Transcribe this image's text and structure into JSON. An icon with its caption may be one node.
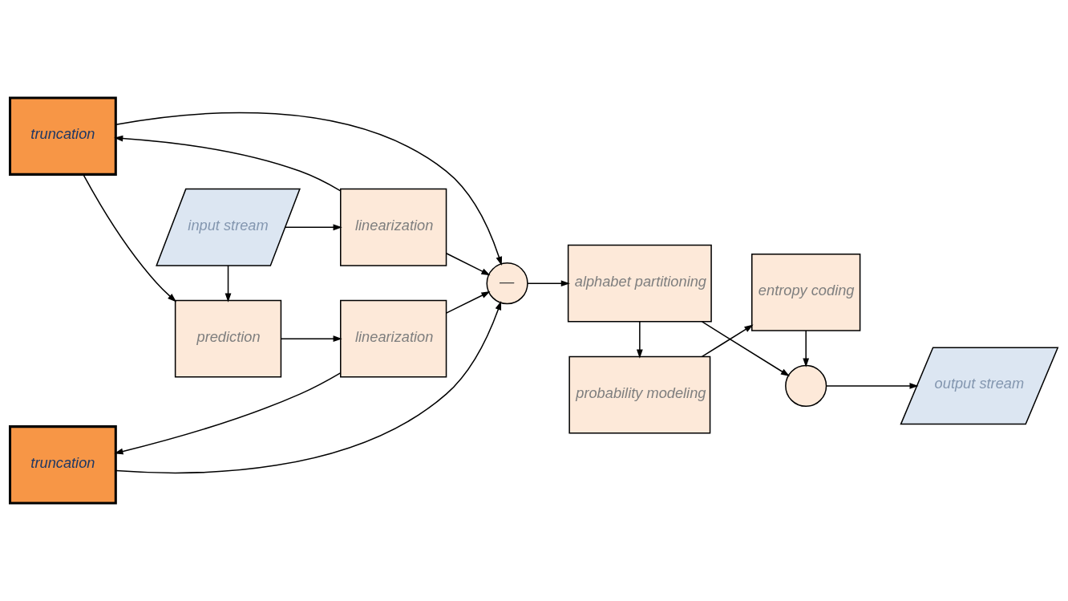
{
  "diagram": {
    "nodes": [
      {
        "text": [
          "truncation"
        ]
      },
      {
        "text": [
          "input stream"
        ]
      },
      {
        "text": [
          "linearization"
        ]
      },
      {
        "text": [
          "probability modeling"
        ]
      },
      {
        "text": [
          "entropy coding"
        ]
      },
      {
        "text": [
          "prediction"
        ]
      },
      {
        "text": [
          "linearization"
        ]
      },
      {
        "text": [
          "—"
        ]
      },
      {
        "text": [
          "alphabet partitioning"
        ]
      },
      {
        "text": [],
        "shape": "circle"
      },
      {
        "text": [
          "output stream"
        ]
      },
      {
        "text": [
          "truncation"
        ]
      }
    ],
    "edges": [
      {
        "from": 1,
        "to": 2,
        "arrow": "to"
      },
      {
        "from": 1,
        "to": 5,
        "arrow": "to"
      },
      {
        "from": 2,
        "to": 0,
        "arrow": "to"
      },
      {
        "from": 2,
        "to": 7,
        "arrow": "to"
      },
      {
        "from": 0,
        "to": 7,
        "arrow": "to"
      },
      {
        "from": 0,
        "to": 5,
        "arrow": "to"
      },
      {
        "from": 5,
        "to": 6,
        "arrow": "to"
      },
      {
        "from": 6,
        "to": 7,
        "arrow": "to"
      },
      {
        "from": 6,
        "to": 11,
        "arrow": "to"
      },
      {
        "from": 11,
        "to": 7,
        "arrow": "to"
      },
      {
        "from": 7,
        "to": 8,
        "arrow": "to"
      },
      {
        "from": 8,
        "to": 3,
        "arrow": "to"
      },
      {
        "from": 3,
        "to": 4,
        "arrow": "to"
      },
      {
        "from": 4,
        "to": 9,
        "arrow": "to"
      },
      {
        "from": 8,
        "to": 9,
        "arrow": "to"
      },
      {
        "from": 9,
        "to": 10,
        "arrow": "to"
      }
    ]
  }
}
